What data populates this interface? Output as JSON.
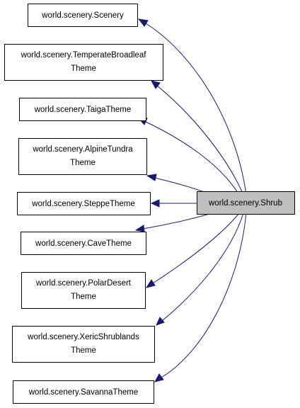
{
  "diagram": {
    "colors": {
      "edge": "#191970",
      "box_border": "#000000",
      "highlight_fill": "#bfbfbf",
      "box_fill": "#ffffff"
    },
    "focus": {
      "label": "world.scenery.Shrub"
    },
    "parents": [
      {
        "lines": [
          "world.scenery.Scenery"
        ]
      },
      {
        "lines": [
          "world.scenery.TemperateBroadleaf",
          "Theme"
        ]
      },
      {
        "lines": [
          "world.scenery.TaigaTheme"
        ]
      },
      {
        "lines": [
          "world.scenery.AlpineTundra",
          "Theme"
        ]
      },
      {
        "lines": [
          "world.scenery.SteppeTheme"
        ]
      },
      {
        "lines": [
          "world.scenery.CaveTheme"
        ]
      },
      {
        "lines": [
          "world.scenery.PolarDesert",
          "Theme"
        ]
      },
      {
        "lines": [
          "world.scenery.XericShrublands",
          "Theme"
        ]
      },
      {
        "lines": [
          "world.scenery.SavannaTheme"
        ]
      }
    ]
  }
}
